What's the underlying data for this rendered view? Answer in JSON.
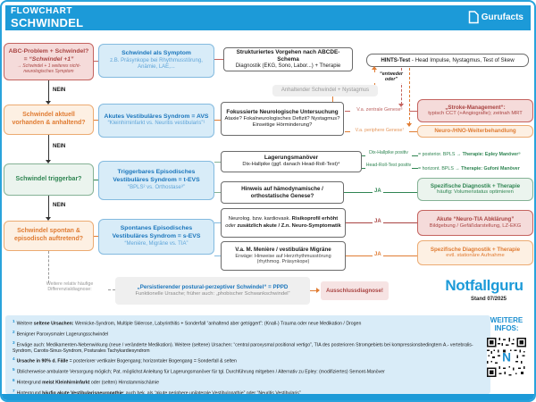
{
  "header": {
    "line1": "FLOWCHART",
    "line2": "SCHWINDEL",
    "brand": "Gurufacts"
  },
  "row1": {
    "decision": {
      "title": "ABC-Problem + Schwindel?",
      "equals": "= “Schwindel +1”",
      "note": "→ Schwindel + 1 weiteres nicht-neurologisches Symptom"
    },
    "syndrome": {
      "title": "Schwindel als Symptom",
      "sub": "z.B. Präsynkope bei Rhythmusstörung, Anämie, LAE,..."
    },
    "action": {
      "title": "Strukturiertes Vorgehen nach ABCDE-Schema",
      "sub": "Diagnostik (EKG, Sono, Labor...) + Therapie"
    },
    "nein": "NEIN"
  },
  "hints": {
    "test_bold": "HINTS-Test",
    "test_rest": " - Head Impulse, Nystagmus, Test of Skew",
    "either_or": "“entweder oder”",
    "condition": "Anhaltender Schwindel + Nystagmus"
  },
  "row2": {
    "decision": "Schwindel aktuell vorhanden & anhaltend?",
    "syndrome": {
      "title": "Akutes Vestibuläres Syndrom = AVS",
      "sub": "“Kleinhirninfarkt vs. Neuritis vestibularis”¹"
    },
    "action": {
      "title": "Fokussierte Neurologische Untersuchung",
      "sub": "Ataxie? Fokalneurologisches Defizit? Nystagmus? Einseitige Hörminderung?"
    },
    "central": "V.a. zentrale Genese⁶",
    "peripheral": "V.a. periphere Genese⁷",
    "stroke": {
      "title": "„Stroke-Management“:",
      "sub": "typisch CCT (+Angiografie); zeitnah MRT"
    },
    "ent": "Neuro-/HNO-Weiterbehandlung",
    "nein": "NEIN"
  },
  "row3": {
    "decision": "Schwindel triggerbar?",
    "syndrome": {
      "title": "Triggerbares Episodisches Vestibuläres Syndrom = t-EVS",
      "sub": "“BPLS² vs. Orthostase³”"
    },
    "maneuver": {
      "title": "Lagerungsmanöver",
      "sub": "Dix-Hallpike (ggf. danach Head-Roll-Test)⁴"
    },
    "dix_pos": "Dix-Hallpike positiv",
    "roll_pos": "Head-Roll-Test positiv",
    "epley_pre": "= posterior. BPLS → ",
    "epley_bold": "Therapie: Epley Manöver⁵",
    "gufoni_pre": "= horizont. BPLS → ",
    "gufoni_bold": "Therapie: Gufoni Manöver",
    "hemo": "Hinweis auf hämodynamische / orthostatische Genese?",
    "ja": "JA",
    "specific": {
      "title": "Spezifische Diagnostik + Therapie",
      "sub": "häufig: Volumenstatus optimieren"
    },
    "nein": "NEIN"
  },
  "row4": {
    "decision": "Schwindel spontan & episodisch auftretend?",
    "syndrome": {
      "title": "Spontanes Episodisches Vestibuläres Syndrom = s-EVS",
      "sub": "“Menière, Migräne vs. TIA”"
    },
    "risk": {
      "s1": "Neurolog. bzw. kardiovask. ",
      "s2": "Risikoprofil erhöht ",
      "s3": "oder",
      "s4": " zusätzlich akute / Z.n. Neuro-Symptomatik"
    },
    "ja1": "JA",
    "tia": {
      "title": "Akute “Neuro-TIA Abklärung”",
      "sub": "Bildgebung / Gefäßdarstellung, LZ-EKG"
    },
    "meniere": {
      "title": "V.a. M. Menière / vestibuläre Migräne",
      "sub": "Erwäge: Hinweise auf Herzrhythmusstörung (rhythmog. Präsynkope)"
    },
    "ja2": "JA",
    "specific": {
      "title": "Spezifische Diagnostik + Therapie",
      "sub": "evtl. stationäre Aufnahme"
    }
  },
  "bottom": {
    "dd_label": "Weitere relativ häufige Differenzialdiagnose:",
    "pppd": {
      "title": "„Persistierender postural-perzeptiver Schwindel“ = PPPD",
      "sub": "Funktionelle Ursache; früher auch: „phobischer Schwankschwindel“"
    },
    "exclusion": "Ausschlussdiagnose!",
    "logo": "Notfallguru",
    "stand": "Stand 07/2025"
  },
  "footnotes": [
    {
      "num": "1",
      "pre": "Weitere ",
      "bold": "seltene Ursachen:",
      "post": " Wernicke-Syndrom, Multiple Sklerose, Labyrinthitis + Sonderfall “anhaltend aber getriggert”: (Knall-) Trauma oder neue Medikation / Drogen"
    },
    {
      "num": "2",
      "pre": "Benigner Paroxysmaler Lagerungsschwindel",
      "bold": "",
      "post": ""
    },
    {
      "num": "3",
      "pre": "Erwäge auch: Medikamenten-Nebenwirkung (neue / veränderte Medikation). Weitere (seltene) Ursachen: “central paroxysmal positional vertigo”, TIA des posterioren Stromgebiets bei kompressionsbedingtem A.- vertebralis-Syndrom, Carotis-Sinus-Syndrom, Posturales Tachykardiesyndrom",
      "bold": "",
      "post": ""
    },
    {
      "num": "4",
      "pre": "",
      "bold": "Ursache in 90% d. Fälle",
      "post": " = posteriorer vertikaler Bogengang; horizontaler Bogengang = Sonderfall & selten"
    },
    {
      "num": "5",
      "pre": "Üblicherweise ambulante Versorgung möglich; Pat. möglichst Anleitung für Lagerungsmanöver für tgl. Durchführung mitgeben / Alternativ zu Epley: (modifiziertes) Semont-Manöver",
      "bold": "",
      "post": ""
    },
    {
      "num": "6",
      "pre": "Hintergrund ",
      "bold": "meist Kleinhirninfarkt",
      "post": " oder (selten) Hirnstammischämie"
    },
    {
      "num": "7",
      "pre": "Hintergrund ",
      "bold": "häufig akute Vestibularisneuropathie",
      "post": "; auch bek. als “akute periphere unilaterale Vestibulopathie” oder “Neuritis Vestibularis”"
    }
  ],
  "info": {
    "label1": "WEITERE",
    "label2": "INFOS:"
  },
  "colors": {
    "accent_blue": "#1C9AD8",
    "red": "#A94442",
    "orange": "#E07C33",
    "green": "#2F8552",
    "light_band": "#D9ECF8"
  }
}
